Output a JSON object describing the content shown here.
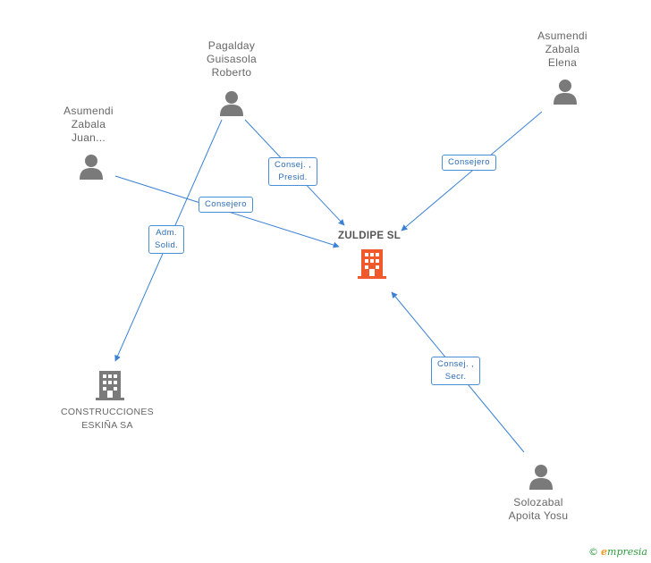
{
  "colors": {
    "edge": "#3b82d4",
    "person_icon": "#7a7a7a",
    "company_icon": "#7a7a7a",
    "main_company_icon": "#f0592b"
  },
  "nodes": {
    "main": {
      "label": "ZULDIPE SL",
      "icon": "building-icon"
    },
    "construcciones": {
      "line1": "CONSTRUCCIONES",
      "line2": "ESKIÑA SA",
      "icon": "building-icon"
    },
    "pagalday": {
      "line1": "Pagalday",
      "line2": "Guisasola",
      "line3": "Roberto",
      "icon": "person-icon"
    },
    "asumendi_elena": {
      "line1": "Asumendi",
      "line2": "Zabala",
      "line3": "Elena",
      "icon": "person-icon"
    },
    "asumendi_juan": {
      "line1": "Asumendi",
      "line2": "Zabala",
      "line3": "Juan...",
      "icon": "person-icon"
    },
    "solozabal": {
      "line1": "Solozabal",
      "line2": "Apoita Yosu",
      "icon": "person-icon"
    }
  },
  "edges": {
    "pagalday_main": "Consej. ,\nPresid.",
    "elena_main": "Consejero",
    "juan_main": "Consejero",
    "pagalday_construcciones": "Adm.\nSolid.",
    "solozabal_main": "Consej. ,\nSecr."
  },
  "watermark": {
    "copyright": "©",
    "brand_e": "e",
    "brand_rest": "mpresia"
  }
}
